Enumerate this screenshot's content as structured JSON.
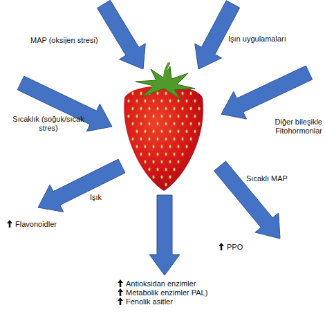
{
  "diagram": {
    "labels": [
      "MAP (oksijen stresi)",
      "Işın uygulamaları",
      "Sıcaklık (soğuk/sıcak stres)",
      "Diğer bileşikle Fitohormonlar",
      "Işık",
      "Flavonoidler",
      "Sıcaklı MAP",
      "PPO",
      "Antioksidan enzimler",
      "Metabolik enzimler PAL)",
      "Fenolik asitler"
    ]
  }
}
